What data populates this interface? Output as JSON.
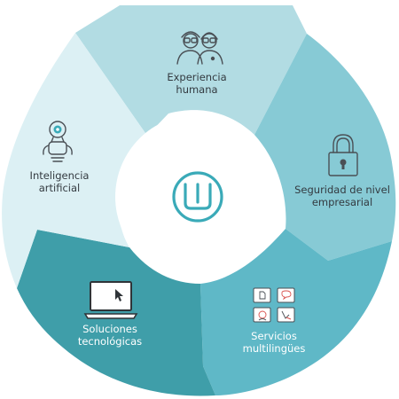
{
  "center": {
    "logo_icon": "lw-logo-icon",
    "accent": "#3aaab8"
  },
  "segments": [
    {
      "id": "experiencia",
      "label_lines": [
        "Experiencia",
        "humana"
      ],
      "icon": "people-icon",
      "color": "#b2dce3",
      "text_color": "dark"
    },
    {
      "id": "seguridad",
      "label_lines": [
        "Seguridad de nivel",
        "empresarial"
      ],
      "icon": "padlock-icon",
      "color": "#87cad5",
      "text_color": "dark"
    },
    {
      "id": "servicios",
      "label_lines": [
        "Servicios",
        "multilingües"
      ],
      "icon": "document-services-icon",
      "color": "#5fb8c7",
      "text_color": "light"
    },
    {
      "id": "soluciones",
      "label_lines": [
        "Soluciones",
        "tecnológicas"
      ],
      "icon": "laptop-icon",
      "color": "#3f9ea9",
      "text_color": "light"
    },
    {
      "id": "inteligencia",
      "label_lines": [
        "Inteligencia",
        "artificial"
      ],
      "icon": "robot-icon",
      "color": "#dcf0f4",
      "text_color": "dark"
    }
  ]
}
